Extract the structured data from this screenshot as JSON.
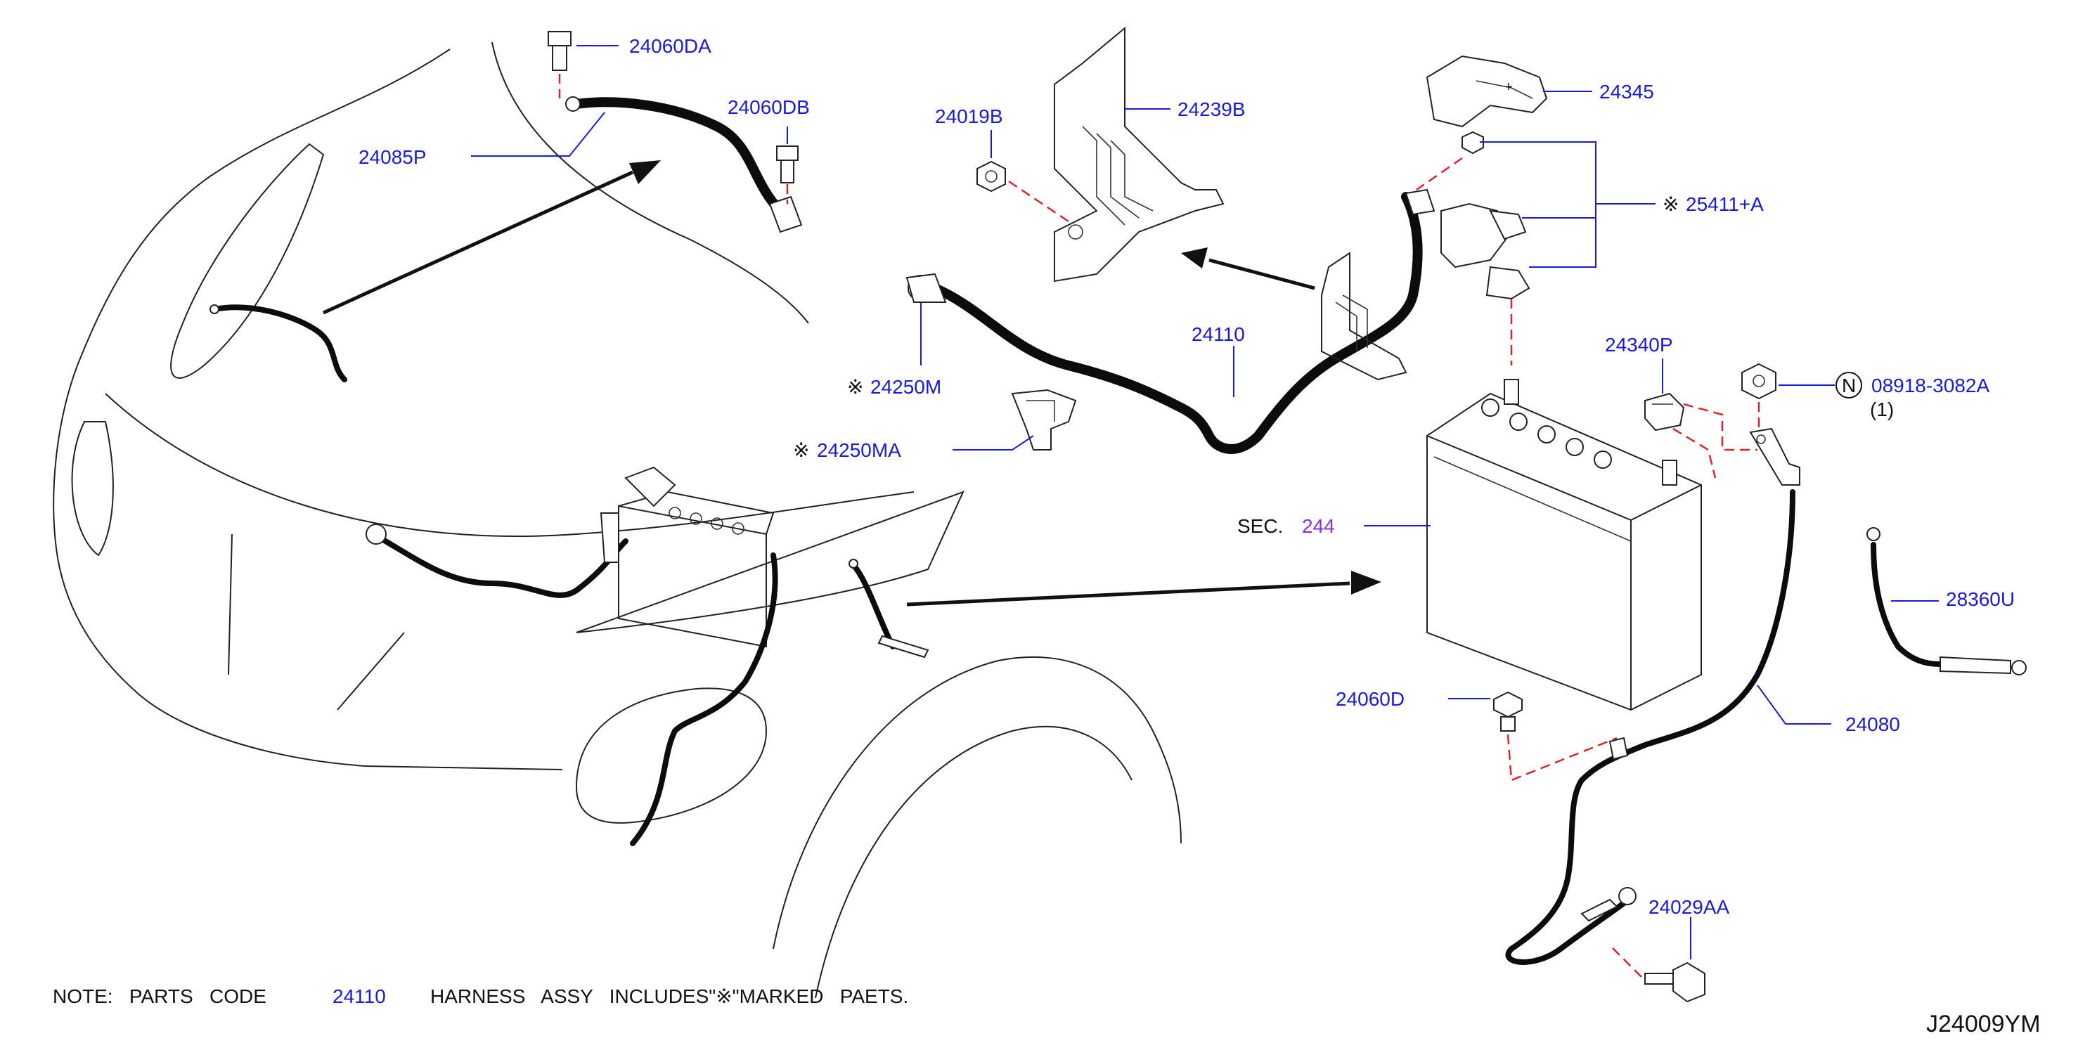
{
  "labels": {
    "l_24060DA": "24060DA",
    "l_24060DB": "24060DB",
    "l_24085P": "24085P",
    "l_24019B": "24019B",
    "l_24239B": "24239B",
    "l_24345": "24345",
    "l_25411A": "25411+A",
    "l_24110": "24110",
    "l_24250M": "24250M",
    "l_24250MA": "24250MA",
    "l_24340P": "24340P",
    "l_08918": "08918-3082A",
    "l_qty": "(1)",
    "l_n": "N",
    "l_sec": "SEC.",
    "l_sec_num": "244",
    "l_28360U": "28360U",
    "l_24060D": "24060D",
    "l_24080": "24080",
    "l_24029AA": "24029AA",
    "mark": "※"
  },
  "note": {
    "prefix": "NOTE:   PARTS   CODE",
    "code": "24110",
    "suffix": "HARNESS   ASSY   INCLUDES\"※\"MARKED   PAETS."
  },
  "diagram_id": "J24009YM"
}
